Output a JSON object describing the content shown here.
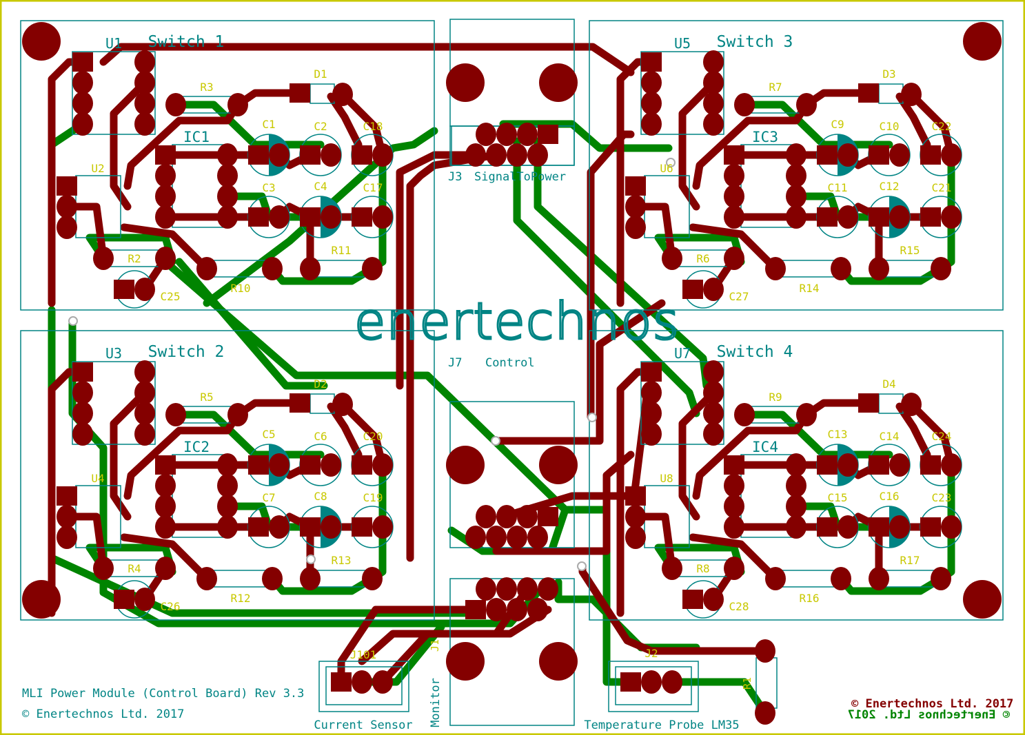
{
  "colors": {
    "copper_top": "#840000",
    "copper_bottom": "#008400",
    "silkscreen": "#008484",
    "fab_labels": "#c8c800",
    "board_edge": "#c8c800"
  },
  "logo": "enertechnos",
  "switches": [
    {
      "title": "Switch 1",
      "u_header": "U1",
      "u_small": "U2",
      "ic": "IC1",
      "d": "D1",
      "r_top": "R3",
      "r_left": "R2",
      "r_bl": "R10",
      "r_br": "R11",
      "c_a": "C1",
      "c_b": "C2",
      "c_c": "C18",
      "c_d": "C3",
      "c_e": "C4",
      "c_f": "C17",
      "c_small": "C25"
    },
    {
      "title": "Switch 2",
      "u_header": "U3",
      "u_small": "U4",
      "ic": "IC2",
      "d": "D2",
      "r_top": "R5",
      "r_left": "R4",
      "r_bl": "R12",
      "r_br": "R13",
      "c_a": "C5",
      "c_b": "C6",
      "c_c": "C20",
      "c_d": "C7",
      "c_e": "C8",
      "c_f": "C19",
      "c_small": "C26"
    },
    {
      "title": "Switch 3",
      "u_header": "U5",
      "u_small": "U6",
      "ic": "IC3",
      "d": "D3",
      "r_top": "R7",
      "r_left": "R6",
      "r_bl": "R14",
      "r_br": "R15",
      "c_a": "C9",
      "c_b": "C10",
      "c_c": "C22",
      "c_d": "C11",
      "c_e": "C12",
      "c_f": "C21",
      "c_small": "C27"
    },
    {
      "title": "Switch 4",
      "u_header": "U7",
      "u_small": "U8",
      "ic": "IC4",
      "d": "D4",
      "r_top": "R9",
      "r_left": "R8",
      "r_bl": "R16",
      "r_br": "R17",
      "c_a": "C13",
      "c_b": "C14",
      "c_c": "C24",
      "c_d": "C15",
      "c_e": "C16",
      "c_f": "C23",
      "c_small": "C28"
    }
  ],
  "connectors": {
    "j3": {
      "ref": "J3",
      "name": "SignalToPower"
    },
    "j7": {
      "ref": "J7",
      "name": "Control"
    },
    "j1": {
      "ref": "J1",
      "name": "Monitor"
    },
    "j101": {
      "ref": "J101",
      "name": "Current Sensor"
    },
    "j2": {
      "ref": "J2",
      "name": "Temperature Probe LM35"
    },
    "r1": {
      "ref": "R1"
    }
  },
  "footer": {
    "title": "MLI Power Module (Control Board) Rev 3.3",
    "copyright": "© Enertechnos Ltd. 2017",
    "copyright_top": "© Enertechnos Ltd. 2017",
    "copyright_bottom_mirrored": "© Enertechnos Ltd. 2017"
  }
}
